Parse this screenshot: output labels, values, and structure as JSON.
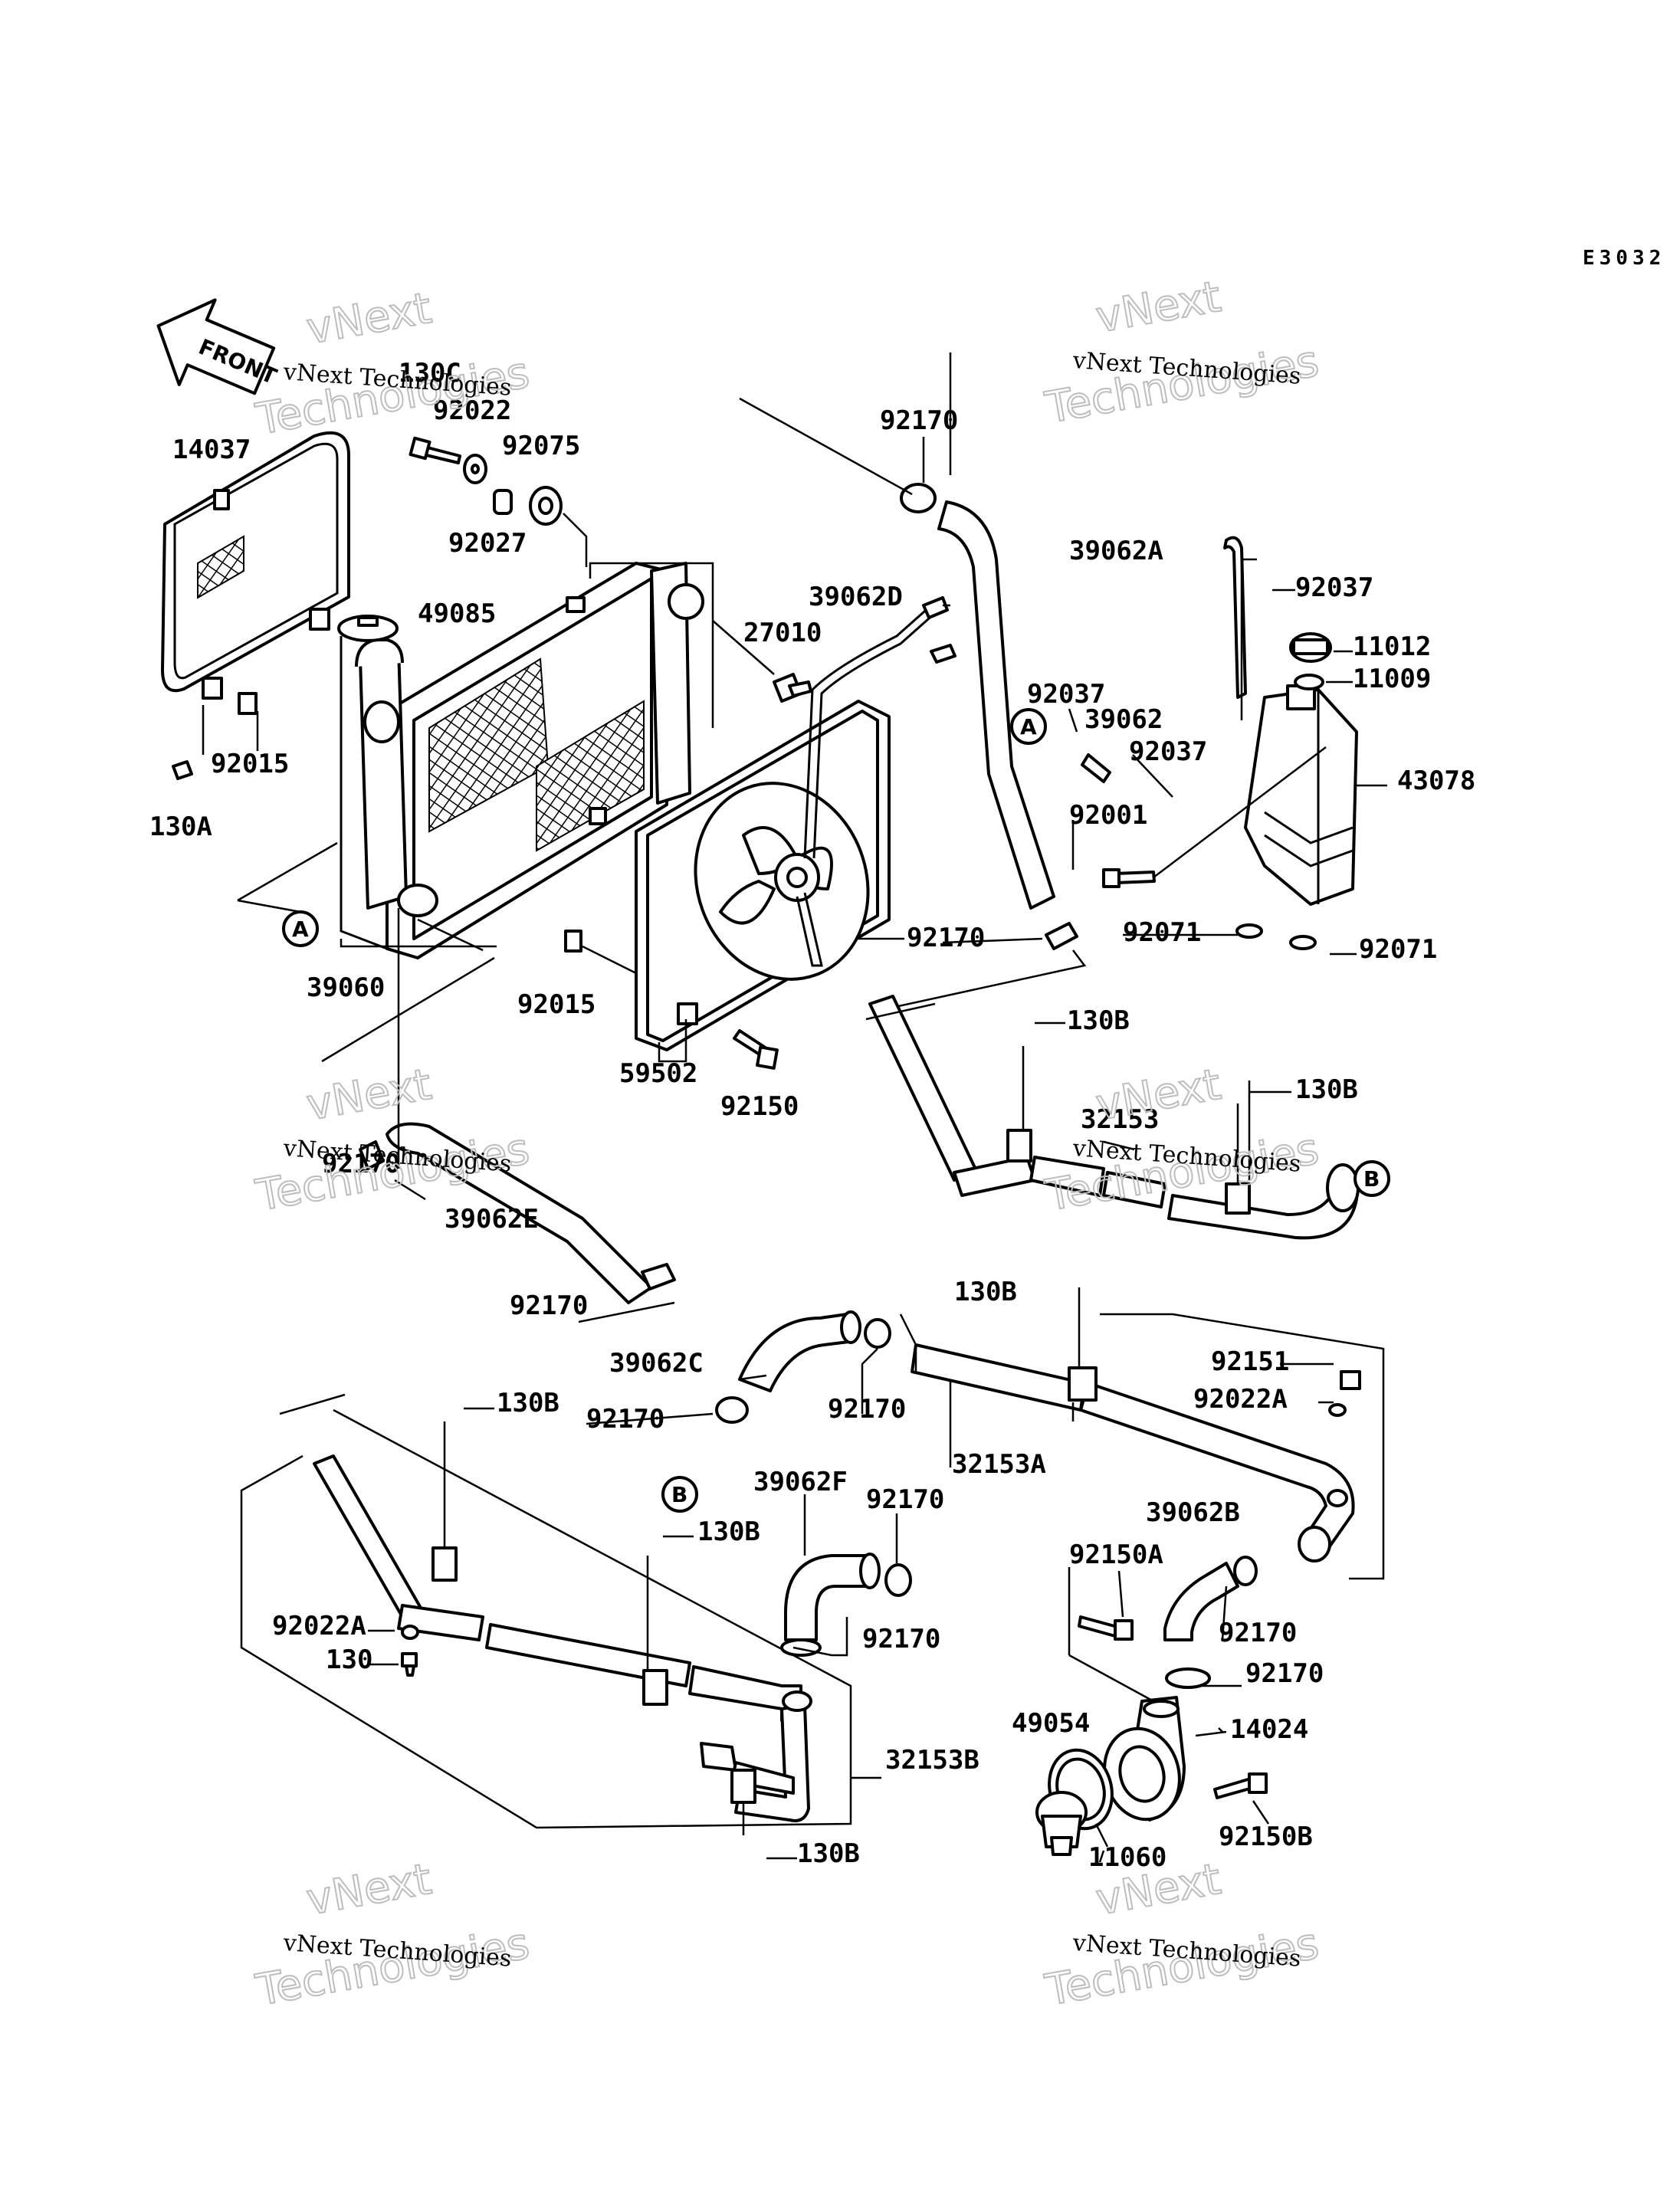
{
  "diagram_code": "E3032",
  "front_label": "FRONT",
  "watermark": {
    "line1": "vNext Technologies",
    "line2": "vNext",
    "line3": "Technologies"
  },
  "reference_markers": [
    "A",
    "B"
  ],
  "part_numbers": {
    "p130C": "130C",
    "p92022": "92022",
    "p92075": "92075",
    "p92027": "92027",
    "p14037": "14037",
    "p49085": "49085",
    "p27010": "27010",
    "p92015_left": "92015",
    "p130A": "130A",
    "p39060": "39060",
    "p92015_fan": "92015",
    "p59502": "59502",
    "p92150": "92150",
    "p92170_top": "92170",
    "p39062D": "39062D",
    "p92170_d": "92170",
    "p39062A": "39062A",
    "p92037_a": "92037",
    "p11012": "11012",
    "p11009": "11009",
    "p92037_b": "92037",
    "p39062": "39062",
    "p92037_c": "92037",
    "p43078": "43078",
    "p92001": "92001",
    "p92071_a": "92071",
    "p92071_b": "92071",
    "p130B_1": "130B",
    "p130B_2": "130B",
    "p32153": "32153",
    "p92170_e1": "92170",
    "p39062E": "39062E",
    "p92170_e2": "92170",
    "p130B_3": "130B",
    "p39062C": "39062C",
    "p92170_c1": "92170",
    "p92170_c2": "92170",
    "p92151": "92151",
    "p92022A_1": "92022A",
    "p32153A": "32153A",
    "p130B_4": "130B",
    "p130B_5": "130B",
    "p39062F": "39062F",
    "p92170_f1": "92170",
    "p92170_f2": "92170",
    "p39062B": "39062B",
    "p92150A": "92150A",
    "p92170_b1": "92170",
    "p92170_b2": "92170",
    "p92022A_2": "92022A",
    "p130": "130",
    "p49054": "49054",
    "p14024": "14024",
    "p32153B": "32153B",
    "p92150B": "92150B",
    "p11060": "11060",
    "p130B_6": "130B"
  }
}
